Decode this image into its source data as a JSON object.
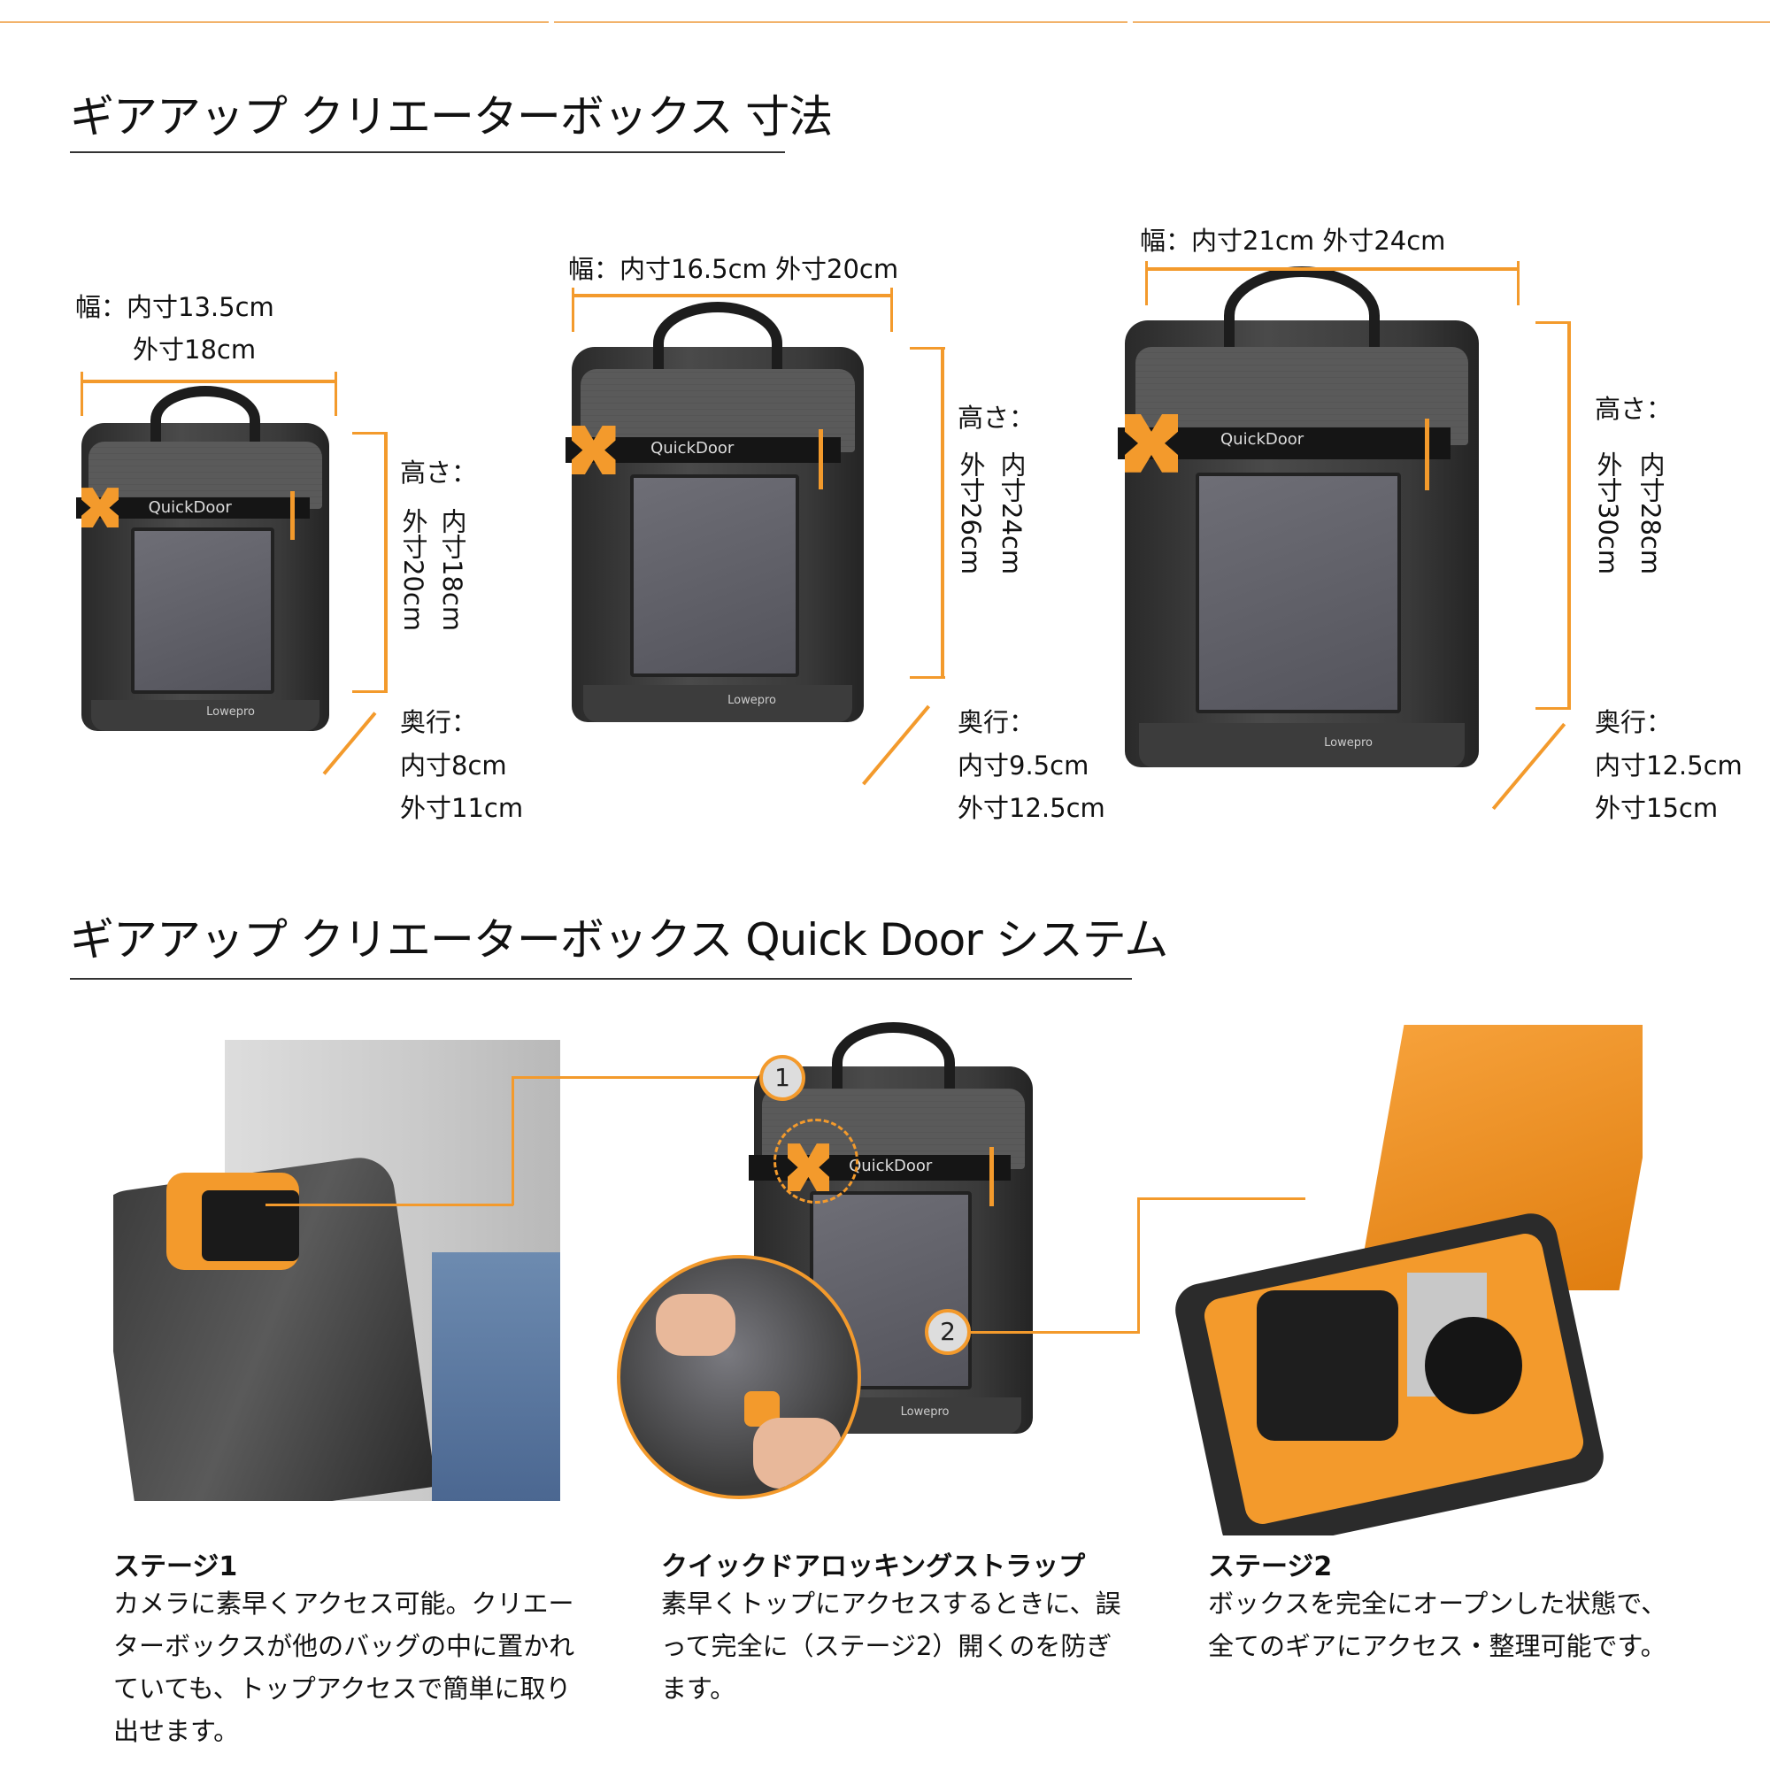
{
  "section1": {
    "title": "ギアアップ クリエーターボックス 寸法"
  },
  "bags": [
    {
      "width_label": "幅：",
      "width_inner": "内寸13.5cm",
      "width_outer": "外寸18cm",
      "height_label": "高さ：",
      "height_inner": "内寸18cm",
      "height_outer": "外寸20cm",
      "depth_label": "奥行：",
      "depth_inner": "内寸8cm",
      "depth_outer": "外寸11cm"
    },
    {
      "width_label": "幅：",
      "width_text": "内寸16.5cm 外寸20cm",
      "height_label": "高さ：",
      "height_inner": "内寸24cm",
      "height_outer": "外寸26cm",
      "depth_label": "奥行：",
      "depth_inner": "内寸9.5cm",
      "depth_outer": "外寸12.5cm"
    },
    {
      "width_label": "幅：",
      "width_text": "内寸21cm 外寸24cm",
      "height_label": "高さ：",
      "height_inner": "内寸28cm",
      "height_outer": "外寸30cm",
      "depth_label": "奥行：",
      "depth_inner": "内寸12.5cm",
      "depth_outer": "外寸15cm"
    }
  ],
  "product": {
    "door_brand": "QuickDoor",
    "logo": "Lowepro"
  },
  "section2": {
    "title": "ギアアップ クリエーターボックス Quick Door システム"
  },
  "callouts": [
    "1",
    "2"
  ],
  "stages": [
    {
      "heading": "ステージ1",
      "body": "カメラに素早くアクセス可能。クリエーターボックスが他のバッグの中に置かれていても、トップアクセスで簡単に取り出せます。"
    },
    {
      "heading": "クイックドアロッキングストラップ",
      "body": "素早くトップにアクセスするときに、誤って完全に（ステージ2）開くのを防ぎます。"
    },
    {
      "heading": "ステージ2",
      "body": "ボックスを完全にオープンした状態で、全てのギアにアクセス・整理可能です。"
    }
  ],
  "colors": {
    "accent": "#f39a2c",
    "text": "#111111",
    "rule": "#333333"
  }
}
